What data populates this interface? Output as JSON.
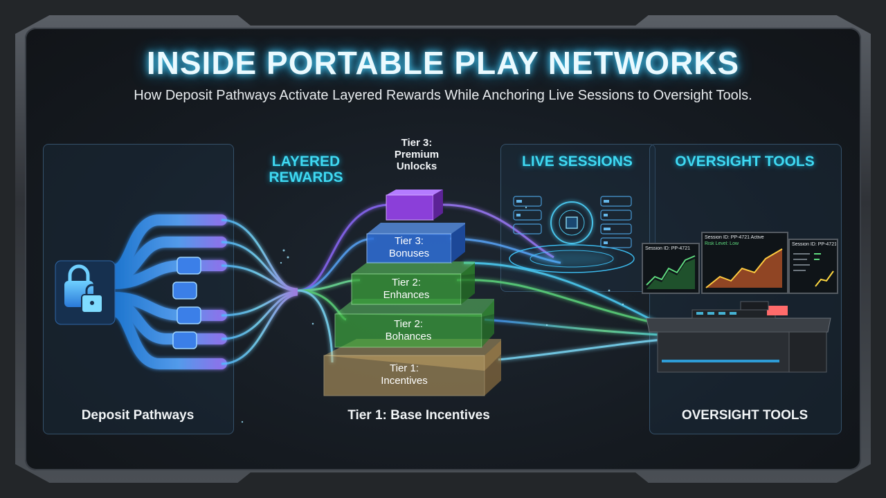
{
  "header": {
    "title": "INSIDE PORTABLE PLAY NETWORKS",
    "subtitle": "How Deposit Pathways Activate Layered Rewards While Anchoring Live Sessions to Oversight Tools."
  },
  "left_panel": {
    "caption": "Deposit Pathways"
  },
  "center": {
    "heading_line1": "LAYERED",
    "heading_line2": "REWARDS",
    "top_label_line1": "Tier 3:",
    "top_label_line2": "Premium",
    "top_label_line3": "Unlocks",
    "caption": "Tier 1: Base Incentives",
    "tiers": [
      {
        "line1": "Tier 3:",
        "line2": "Bonuses"
      },
      {
        "line1": "Tier 2:",
        "line2": "Enhances"
      },
      {
        "line1": "Tier 2:",
        "line2": "Bohances"
      },
      {
        "line1": "Tier 1:",
        "line2": "Incentives"
      }
    ]
  },
  "live_sessions": {
    "heading": "LIVE SESSIONS"
  },
  "oversight": {
    "heading": "OVERSIGHT TOOLS",
    "caption": "OVERSIGHT TOOLS",
    "monitor_left": "Session ID: PP-4721",
    "monitor_center_line1": "Session ID: PP-4721 Active",
    "monitor_center_line2": "Risk Level: Low",
    "monitor_right": "Session ID: PP-4721"
  },
  "colors": {
    "accent_cyan": "#3fd9f2",
    "tier_purple": "#8b3fd9",
    "tier_blue": "#2f6fd8",
    "tier_green": "#3fae3f",
    "tier_gold": "#d8b870"
  }
}
